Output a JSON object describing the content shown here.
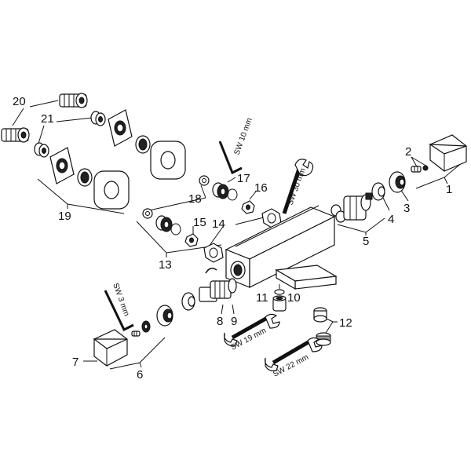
{
  "callouts": [
    {
      "id": "c1",
      "text": "1"
    },
    {
      "id": "c2",
      "text": "2"
    },
    {
      "id": "c3",
      "text": "3"
    },
    {
      "id": "c4",
      "text": "4"
    },
    {
      "id": "c5",
      "text": "5"
    },
    {
      "id": "c6",
      "text": "6"
    },
    {
      "id": "c7",
      "text": "7"
    },
    {
      "id": "c8",
      "text": "8"
    },
    {
      "id": "c9",
      "text": "9"
    },
    {
      "id": "c10",
      "text": "10"
    },
    {
      "id": "c11",
      "text": "11"
    },
    {
      "id": "c12",
      "text": "12"
    },
    {
      "id": "c13",
      "text": "13"
    },
    {
      "id": "c14",
      "text": "14"
    },
    {
      "id": "c15",
      "text": "15"
    },
    {
      "id": "c16",
      "text": "16"
    },
    {
      "id": "c17",
      "text": "17"
    },
    {
      "id": "c18",
      "text": "18"
    },
    {
      "id": "c19",
      "text": "19"
    },
    {
      "id": "c20",
      "text": "20"
    },
    {
      "id": "c21",
      "text": "21"
    }
  ],
  "tools": [
    {
      "id": "t1",
      "text": "SW 10 mm"
    },
    {
      "id": "t2",
      "text": "SW 30 mm"
    },
    {
      "id": "t3",
      "text": "SW 3 mm"
    },
    {
      "id": "t4",
      "text": "SW 19 mm"
    },
    {
      "id": "t5",
      "text": "SW 22 mm"
    }
  ]
}
